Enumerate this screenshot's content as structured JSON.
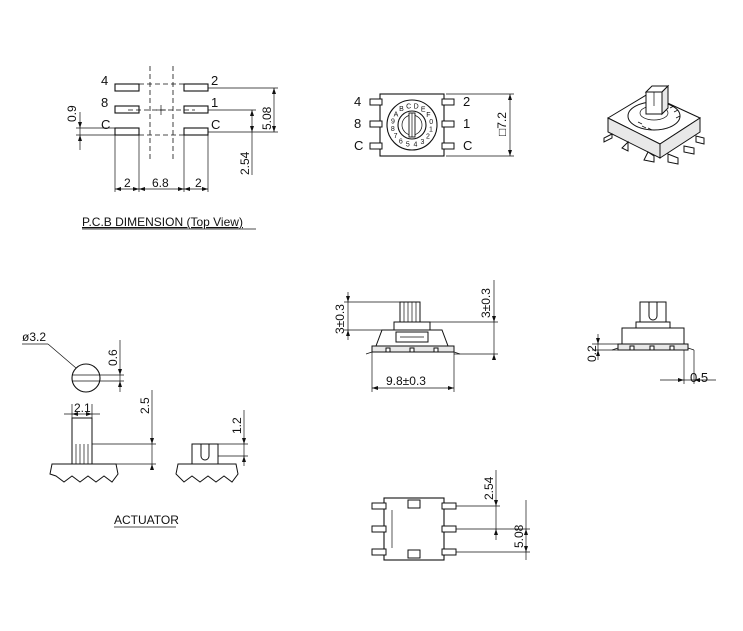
{
  "captions": {
    "pcb": "P.C.B DIMENSION (Top View)",
    "actuator": "ACTUATOR"
  },
  "pcb": {
    "pin_left": [
      "4",
      "8",
      "C"
    ],
    "pin_right": [
      "2",
      "1",
      "C"
    ],
    "dim_pitch_vertical": "0.9",
    "dim_5_08": "5.08",
    "dim_2_54": "2.54",
    "dim_left": "2",
    "dim_mid": "6.8",
    "dim_right": "2"
  },
  "top": {
    "pin_left": [
      "4",
      "8",
      "C"
    ],
    "pin_right": [
      "2",
      "1",
      "C"
    ],
    "dim_square": "□7.2",
    "dial_chars": [
      "A",
      "B",
      "C",
      "D",
      "E",
      "F",
      "0",
      "1",
      "2",
      "3",
      "4",
      "5",
      "6",
      "7",
      "8",
      "9"
    ]
  },
  "side": {
    "dim_left_h": "3±0.3",
    "dim_right_h": "3±0.3",
    "dim_width": "9.8±0.3"
  },
  "side_right": {
    "dim_gap": "0.2",
    "dim_lead": "0.5"
  },
  "actuator": {
    "dia": "ø3.2",
    "dim_06": "0.6",
    "dim_21": "2.1",
    "dim_25": "2.5",
    "dim_12": "1.2"
  },
  "bottom": {
    "dim_2_54": "2.54",
    "dim_5_08": "5.08"
  }
}
